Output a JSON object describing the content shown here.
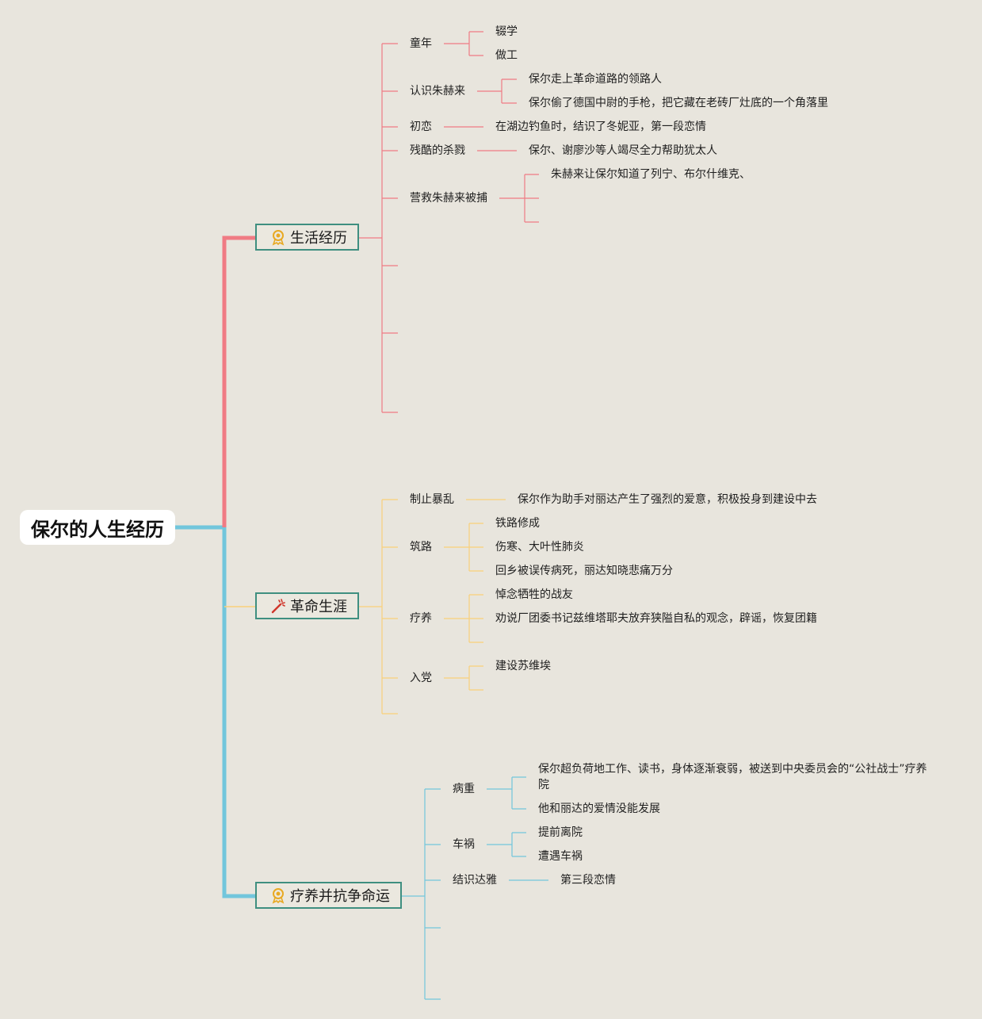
{
  "root": "保尔的人生经历",
  "colors": {
    "branch1": "#f07b84",
    "branch2": "#f9d07a",
    "branch3": "#72c6dc",
    "background": "#e8e5dd"
  },
  "branches": [
    {
      "label": "生活经历",
      "icon": "medal-icon",
      "children": [
        {
          "label": "童年",
          "children": [
            "辍学",
            "做工"
          ]
        },
        {
          "label": "认识朱赫来",
          "children": [
            "保尔走上革命道路的领路人",
            "保尔偷了德国中尉的手枪，把它藏在老砖厂灶底的一个角落里"
          ]
        },
        {
          "label": "初恋",
          "children": [
            "在湖边钓鱼时，结识了冬妮亚，第一段恋情"
          ]
        },
        {
          "label": "残酷的杀戮",
          "children": [
            "保尔、谢廖沙等人竭尽全力帮助犹太人"
          ]
        },
        {
          "label": "营救朱赫来被捕",
          "children": [
            "朱赫来让保尔知道了列宁、布尔什维克、"
          ]
        }
      ]
    },
    {
      "label": "革命生涯",
      "icon": "magic-wand-icon",
      "children": [
        {
          "label": "制止暴乱",
          "children": [
            "保尔作为助手对丽达产生了强烈的爱意，积极投身到建设中去"
          ]
        },
        {
          "label": "筑路",
          "children": [
            "铁路修成",
            "伤寒、大叶性肺炎",
            "回乡被误传病死，丽达知晓悲痛万分"
          ]
        },
        {
          "label": "疗养",
          "children": [
            "悼念牺牲的战友",
            "劝说厂团委书记兹维塔耶夫放弃狭隘自私的观念，辟谣，恢复团籍"
          ]
        },
        {
          "label": "入党",
          "children": [
            "建设苏维埃"
          ]
        }
      ]
    },
    {
      "label": "疗养并抗争命运",
      "icon": "medal-icon",
      "children": [
        {
          "label": "病重",
          "children": [
            "保尔超负荷地工作、读书，身体逐渐衰弱，被送到中央委员会的“公社战士”疗养院",
            "他和丽达的爱情没能发展"
          ]
        },
        {
          "label": "车祸",
          "children": [
            "提前离院",
            "遭遇车祸"
          ]
        },
        {
          "label": "结识达雅",
          "children": [
            "第三段恋情"
          ]
        }
      ]
    }
  ]
}
